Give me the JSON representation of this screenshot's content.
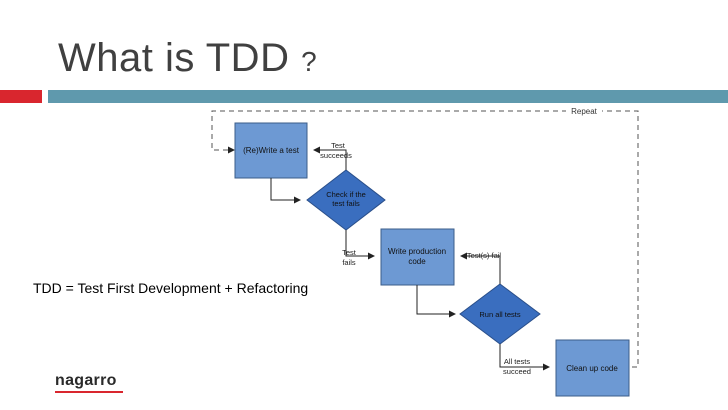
{
  "slide": {
    "title": "What is TDD",
    "title_mark": "?",
    "subtitle": "TDD = Test First Development + Refactoring",
    "logo": "nagarro"
  },
  "colors": {
    "accent_red": "#d9262e",
    "accent_teal": "#5f99ad",
    "box_fill": "#6d99d3",
    "diamond_fill": "#3a6ebf",
    "title_text": "#404040"
  },
  "diagram": {
    "nodes": {
      "write_test": "(Re)Write a test",
      "check_fails": [
        "Check if the",
        "test fails"
      ],
      "write_code": [
        "Write production",
        "code"
      ],
      "run_tests": "Run all tests",
      "clean_up": "Clean up code"
    },
    "labels": {
      "test_succeeds": [
        "Test",
        "succeeds"
      ],
      "test_fails": [
        "Test",
        "fails"
      ],
      "tests_fail": "Test(s) fail",
      "all_succeed": [
        "All tests",
        "succeed"
      ],
      "repeat": "Repeat"
    }
  }
}
